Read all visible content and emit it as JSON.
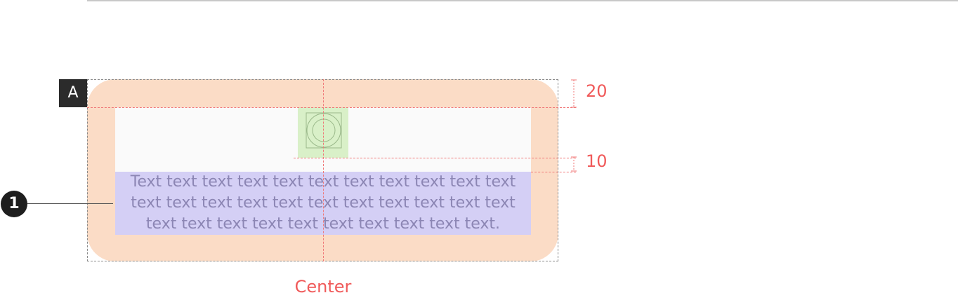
{
  "marker_letter": "A",
  "callout_number": "1",
  "body_text_lines": [
    "Text text text text text  text text text text  text text",
    "text text  text text text text  text text text text text",
    "text text text  text text text text  text text text."
  ],
  "dimensions": {
    "top": "20",
    "gap": "10"
  },
  "center_label": "Center",
  "colors": {
    "padding": "#fbdcc6",
    "icon_area": "#d9f0c8",
    "text_area": "#d4cff5",
    "guide": "#f07878",
    "label": "#f05a5a"
  }
}
